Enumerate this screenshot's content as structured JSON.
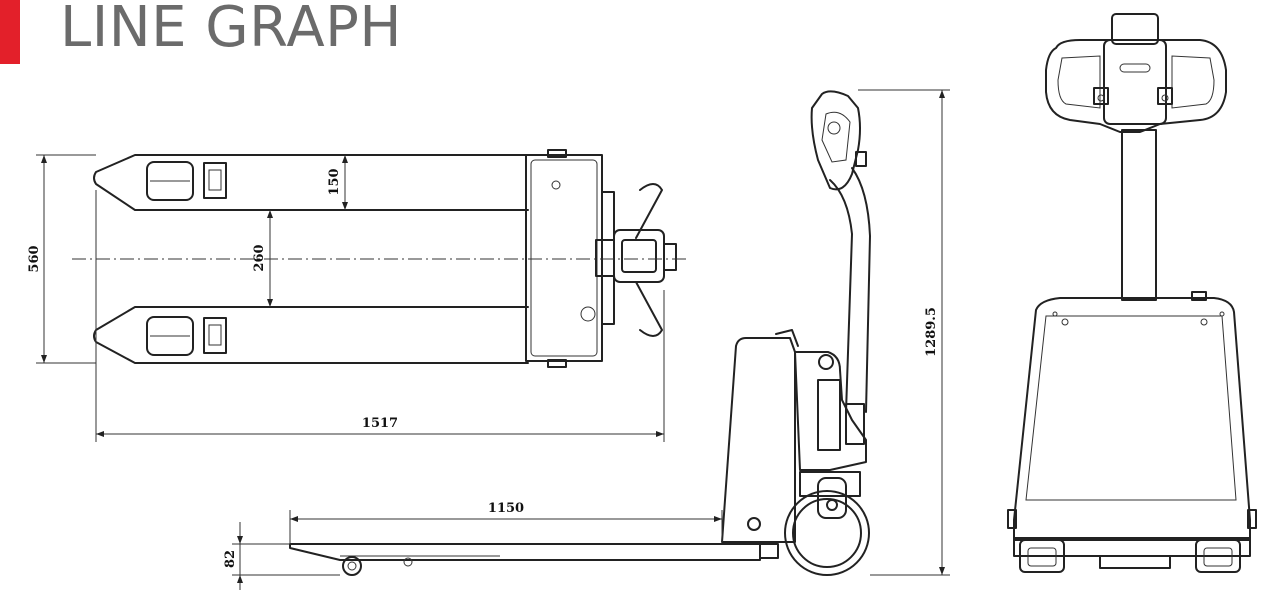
{
  "header": {
    "title": "LINE GRAPH",
    "accent_color": "#e3202a",
    "title_color": "#6b6b6b"
  },
  "dimensions": {
    "top_overall_width": "560",
    "top_fork_width": "150",
    "top_fork_spacing": "260",
    "top_overall_length": "1517",
    "side_fork_length": "1150",
    "side_fork_height": "82",
    "side_overall_height": "1289.5"
  }
}
